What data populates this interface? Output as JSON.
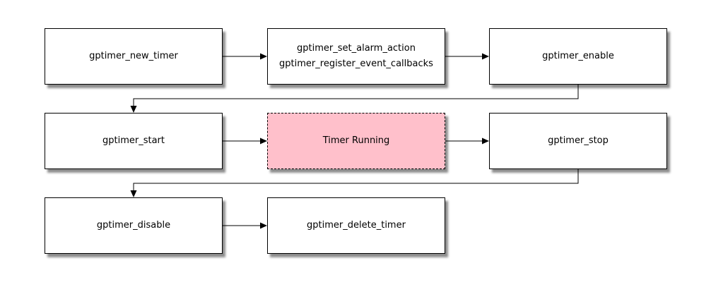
{
  "diagram": {
    "type": "flowchart",
    "nodes": [
      {
        "id": "gptimer_new_timer",
        "label": "gptimer_new_timer"
      },
      {
        "id": "gptimer_set_alarm",
        "line1": "gptimer_set_alarm_action",
        "line2": "gptimer_register_event_callbacks"
      },
      {
        "id": "gptimer_enable",
        "label": "gptimer_enable"
      },
      {
        "id": "gptimer_start",
        "label": "gptimer_start"
      },
      {
        "id": "timer_running",
        "label": "Timer Running"
      },
      {
        "id": "gptimer_stop",
        "label": "gptimer_stop"
      },
      {
        "id": "gptimer_disable",
        "label": "gptimer_disable"
      },
      {
        "id": "gptimer_delete_timer",
        "label": "gptimer_delete_timer"
      }
    ],
    "edges": [
      {
        "from": "gptimer_new_timer",
        "to": "gptimer_set_alarm"
      },
      {
        "from": "gptimer_set_alarm",
        "to": "gptimer_enable"
      },
      {
        "from": "gptimer_enable",
        "to": "gptimer_start"
      },
      {
        "from": "gptimer_start",
        "to": "timer_running"
      },
      {
        "from": "timer_running",
        "to": "gptimer_stop"
      },
      {
        "from": "gptimer_stop",
        "to": "gptimer_disable"
      },
      {
        "from": "gptimer_disable",
        "to": "gptimer_delete_timer"
      }
    ],
    "colors": {
      "node_fill": "#ffffff",
      "running_fill": "#ffc0cb",
      "stroke": "#000000",
      "background": "#ffffff"
    }
  }
}
